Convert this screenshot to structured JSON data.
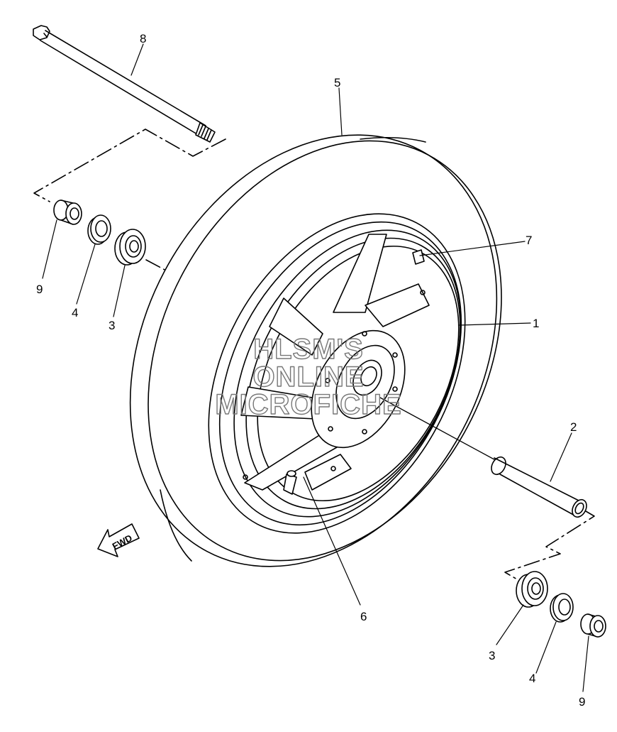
{
  "diagram": {
    "callouts": {
      "part_1": "1",
      "part_2": "2",
      "part_3_left": "3",
      "part_3_right": "3",
      "part_4_left": "4",
      "part_4_right": "4",
      "part_5": "5",
      "part_6": "6",
      "part_7": "7",
      "part_8": "8",
      "part_9_left": "9",
      "part_9_right": "9"
    },
    "direction_label": "FWD",
    "watermark": {
      "line1": "HLSM'S",
      "line2": "ONLINE",
      "line3": "MICROFICHE"
    }
  }
}
